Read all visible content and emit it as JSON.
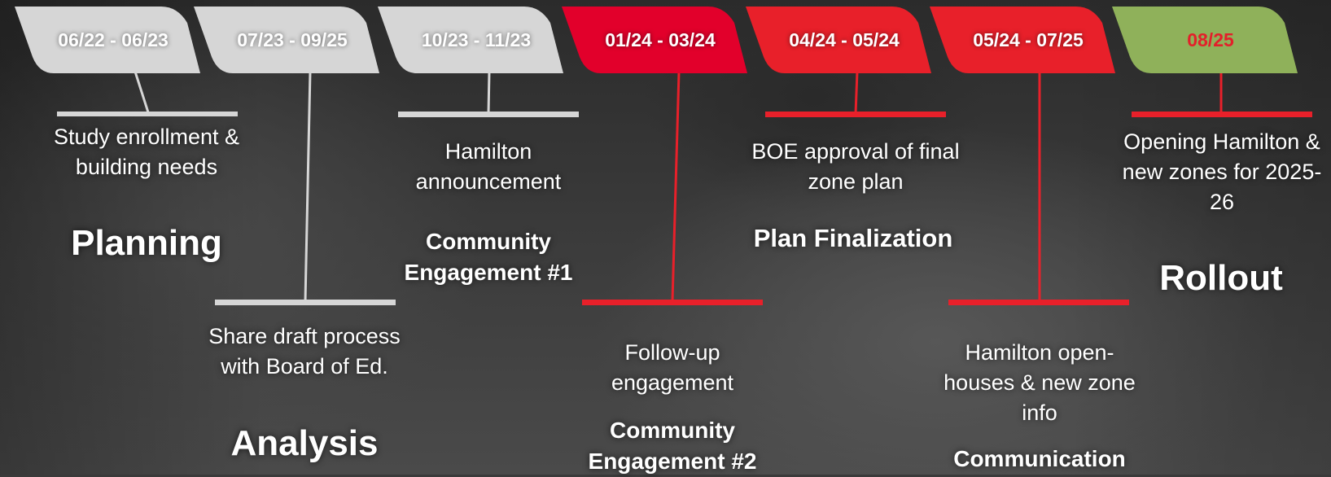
{
  "colors": {
    "grey": "#d6d6d6",
    "red_dark": "#e2002b",
    "red": "#e8202a",
    "green": "#8fb15a"
  },
  "timeline": [
    {
      "date": "06/22 - 06/23",
      "description": "Study enrollment & building needs",
      "phase": "Planning"
    },
    {
      "date": "07/23 - 09/25",
      "description": "Share draft process with Board of Ed.",
      "phase": "Analysis"
    },
    {
      "date": "10/23 - 11/23",
      "description": "Hamilton announcement",
      "phase": "Community Engagement #1"
    },
    {
      "date": "01/24 - 03/24",
      "description": "Follow-up engagement",
      "phase": "Community Engagement #2"
    },
    {
      "date": "04/24 - 05/24",
      "description": "BOE approval of final zone plan",
      "phase": "Plan Finalization"
    },
    {
      "date": "05/24 - 07/25",
      "description": "Hamilton open-houses & new zone info",
      "phase": "Communication"
    },
    {
      "date": "08/25",
      "description": "Opening Hamilton & new zones for 2025-26",
      "phase": "Rollout"
    }
  ]
}
